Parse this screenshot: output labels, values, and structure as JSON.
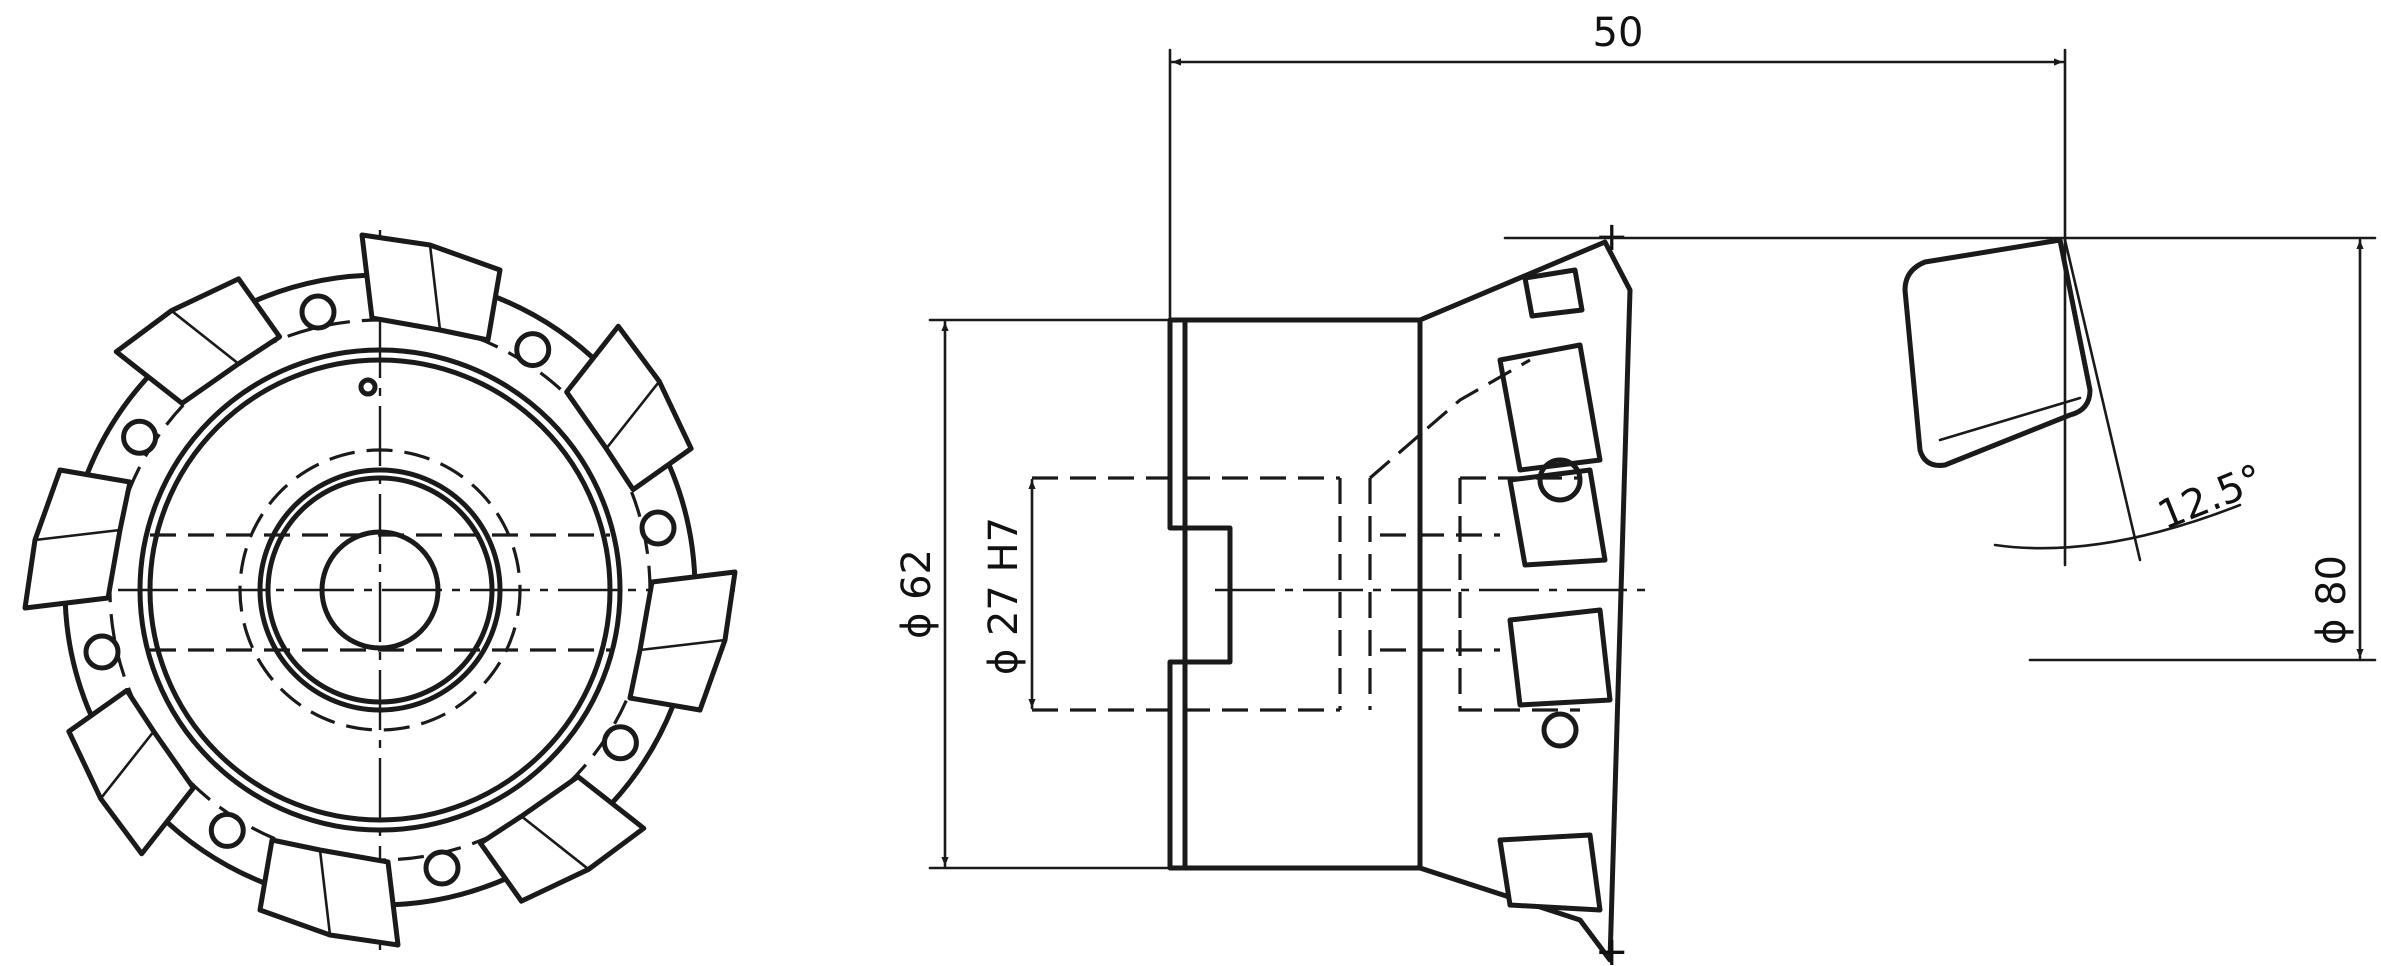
{
  "dimensions": {
    "overall_length": "50",
    "body_diameter": "ϕ 62",
    "bore_diameter": "ϕ 27 H7",
    "cutting_diameter": "ϕ 80",
    "lead_angle": "12.5°"
  },
  "colors": {
    "ink": "#1a1a1a",
    "paper": "#ffffff"
  }
}
